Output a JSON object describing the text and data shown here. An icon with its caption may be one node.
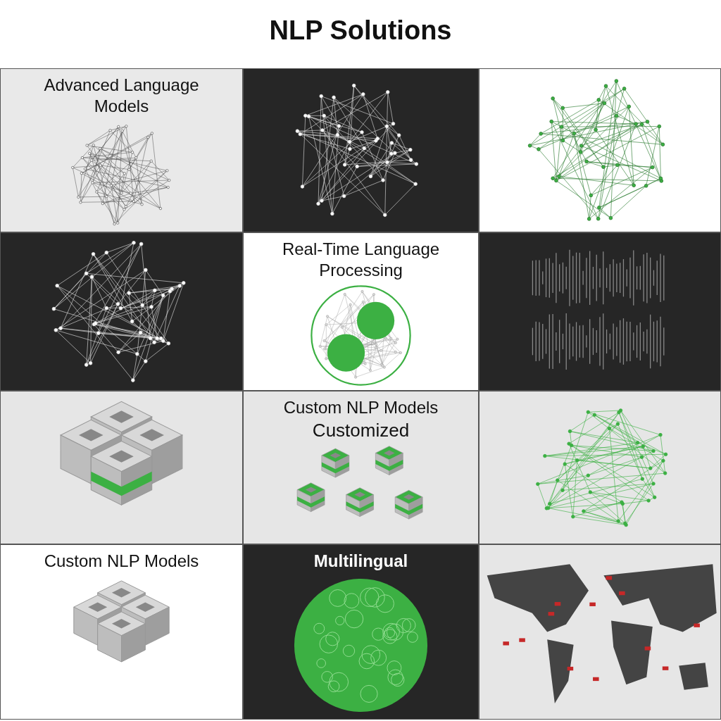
{
  "diagram": {
    "title": "NLP Solutions",
    "nodes": [
      {
        "text": [
          "Advanced Language Models"
        ]
      },
      {
        "text": [],
        "shape": "picture"
      },
      {
        "text": [],
        "shape": "picture"
      },
      {
        "text": [],
        "shape": "picture"
      },
      {
        "text": [
          "Real-Time Language Processing"
        ]
      },
      {
        "text": [],
        "shape": "picture"
      },
      {
        "text": [],
        "shape": "picture"
      },
      {
        "text": [
          "Custom NLP Models",
          "Customized"
        ]
      },
      {
        "text": [],
        "shape": "picture"
      },
      {
        "text": [
          "Custom NLP Models"
        ]
      },
      {
        "text": [
          "Multilingual"
        ]
      },
      {
        "text": [],
        "shape": "picture"
      }
    ]
  }
}
